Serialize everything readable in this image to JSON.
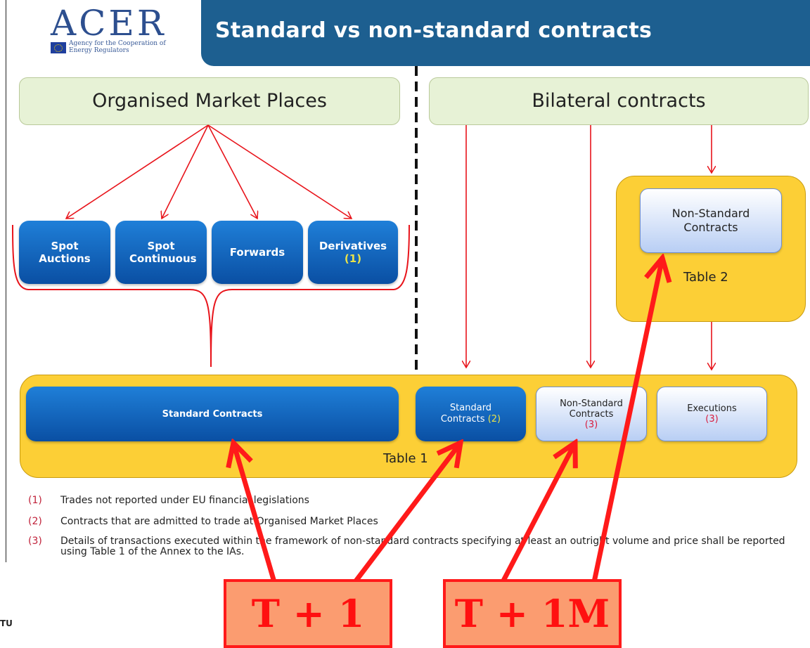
{
  "header": {
    "logo_word": "ACER",
    "logo_subtitle": "Agency for the Cooperation of Energy Regulators",
    "title": "Standard vs non-standard contracts"
  },
  "sections": {
    "organised": "Organised Market Places",
    "bilateral": "Bilateral contracts"
  },
  "market_boxes": {
    "spot_auctions": "Spot Auctions",
    "spot_continuous": "Spot Continuous",
    "forwards": "Forwards",
    "derivatives": "Derivatives",
    "derivatives_note": "(1)"
  },
  "table2": {
    "box": "Non-Standard Contracts",
    "label": "Table 2"
  },
  "table1": {
    "standard_contracts": "Standard Contracts",
    "standard_contracts_2": "Standard Contracts",
    "standard_contracts_2_note": "(2)",
    "non_standard": "Non-Standard Contracts",
    "non_standard_note": "(3)",
    "executions": "Executions",
    "executions_note": "(3)",
    "label": "Table 1"
  },
  "notes": [
    {
      "num": "(1)",
      "text": "Trades not reported under EU financial legislations"
    },
    {
      "num": "(2)",
      "text": "Contracts that are admitted to trade at Organised Market Places"
    },
    {
      "num": "(3)",
      "text": "Details of transactions executed within the framework of non-standard contracts specifying at least an outright volume and price shall be reported using Table 1 of the Annex to the IAs."
    }
  ],
  "deadlines": {
    "t1": "T + 1",
    "t1m": "T + 1M"
  },
  "footer": "TU",
  "colors": {
    "title_bar": "#1d5f90",
    "header_box": "#e7f2d6",
    "blue_box": "#0a4fa3",
    "table_fill": "#fccf36",
    "arrow": "#ff1a1a",
    "deadline_fill": "#fb9c70"
  }
}
